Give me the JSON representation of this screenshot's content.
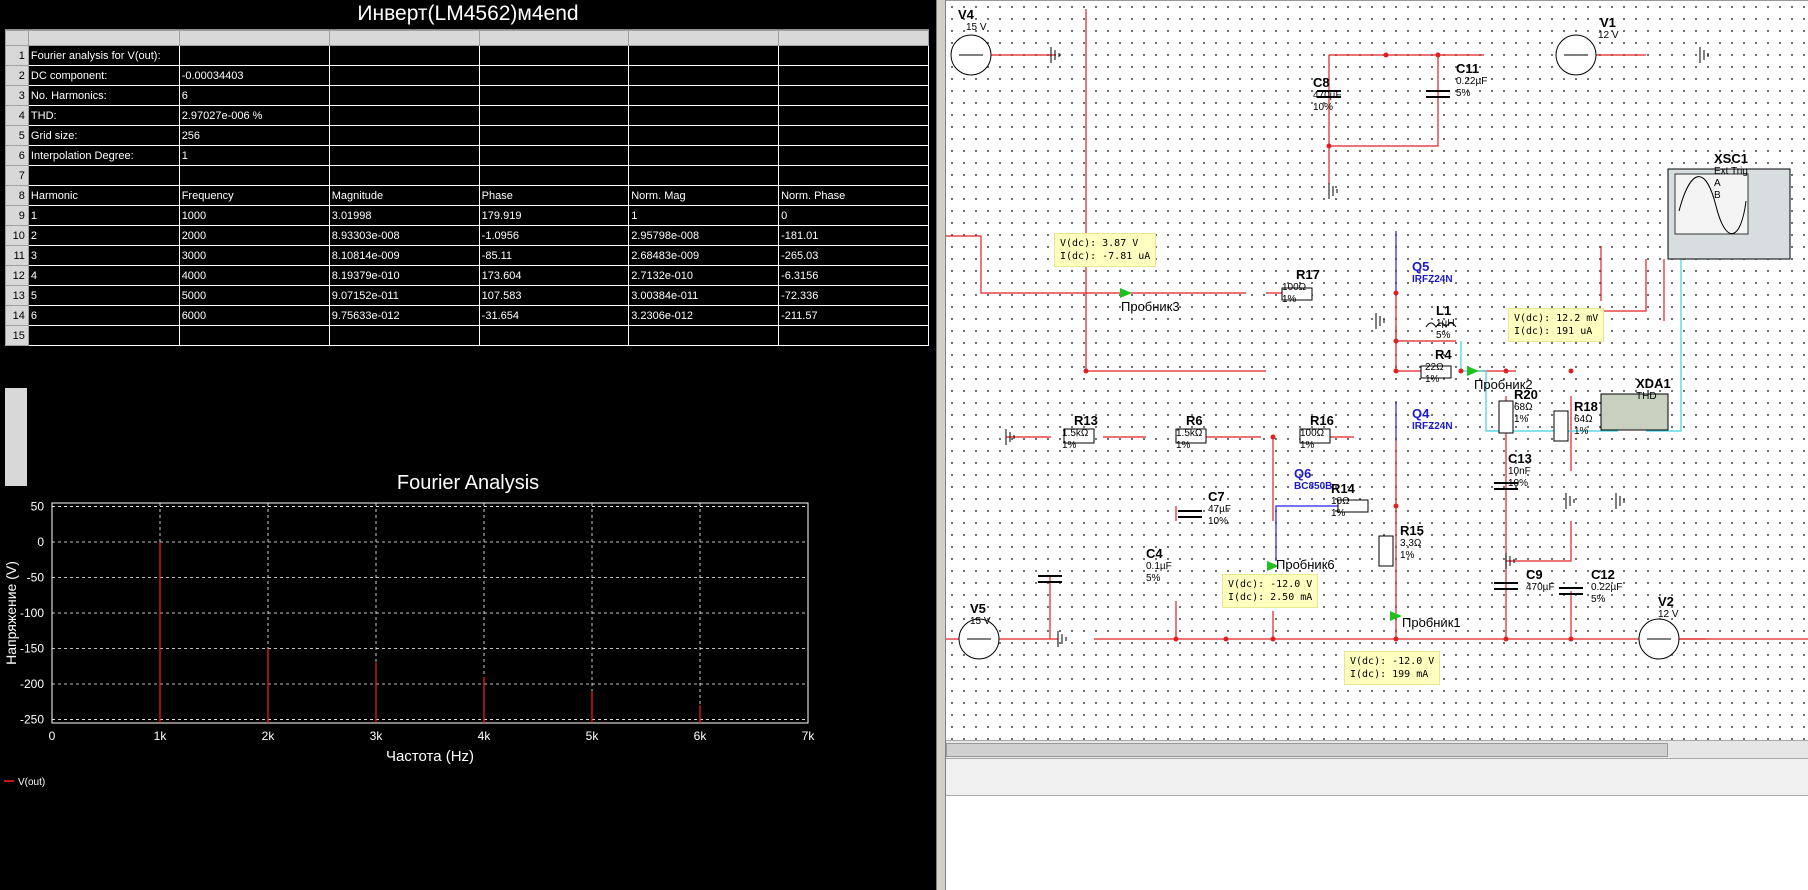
{
  "doc_title": "Инверт(LM4562)м4end",
  "table_rows": [
    {
      "n": "1",
      "cells": [
        "Fourier analysis for V(out):",
        "",
        "",
        "",
        "",
        ""
      ]
    },
    {
      "n": "2",
      "cells": [
        "DC component:",
        "-0.00034403",
        "",
        "",
        "",
        ""
      ]
    },
    {
      "n": "3",
      "cells": [
        "No. Harmonics:",
        "6",
        "",
        "",
        "",
        ""
      ]
    },
    {
      "n": "4",
      "cells": [
        "THD:",
        "2.97027e-006 %",
        "",
        "",
        "",
        ""
      ]
    },
    {
      "n": "5",
      "cells": [
        "Grid size:",
        "256",
        "",
        "",
        "",
        ""
      ]
    },
    {
      "n": "6",
      "cells": [
        "Interpolation Degree:",
        "1",
        "",
        "",
        "",
        ""
      ]
    },
    {
      "n": "7",
      "cells": [
        "",
        "",
        "",
        "",
        "",
        ""
      ]
    },
    {
      "n": "8",
      "cells": [
        "Harmonic",
        "Frequency",
        "Magnitude",
        "Phase",
        "Norm. Mag",
        "Norm. Phase"
      ]
    },
    {
      "n": "9",
      "cells": [
        "1",
        "1000",
        "3.01998",
        "179.919",
        "1",
        "0"
      ]
    },
    {
      "n": "10",
      "cells": [
        "2",
        "2000",
        "8.93303e-008",
        "-1.0956",
        "2.95798e-008",
        "-181.01"
      ]
    },
    {
      "n": "11",
      "cells": [
        "3",
        "3000",
        "8.10814e-009",
        "-85.11",
        "2.68483e-009",
        "-265.03"
      ]
    },
    {
      "n": "12",
      "cells": [
        "4",
        "4000",
        "8.19379e-010",
        "173.604",
        "2.7132e-010",
        "-6.3156"
      ]
    },
    {
      "n": "13",
      "cells": [
        "5",
        "5000",
        "9.07152e-011",
        "107.583",
        "3.00384e-011",
        "-72.336"
      ]
    },
    {
      "n": "14",
      "cells": [
        "6",
        "6000",
        "9.75633e-012",
        "-31.654",
        "3.2306e-012",
        "-211.57"
      ]
    },
    {
      "n": "15",
      "cells": [
        "",
        "",
        "",
        "",
        "",
        ""
      ]
    }
  ],
  "chart_data": {
    "type": "bar",
    "title": "Fourier Analysis",
    "xlabel": "Частота (Hz)",
    "ylabel": "Напряжение (V)",
    "xlim": [
      0,
      7000
    ],
    "ylim": [
      -255,
      55
    ],
    "x_ticks": [
      "0",
      "1k",
      "2k",
      "3k",
      "4k",
      "5k",
      "6k",
      "7k"
    ],
    "y_ticks": [
      "50",
      "0",
      "-50",
      "-100",
      "-150",
      "-200",
      "-250"
    ],
    "x_tick_values": [
      0,
      1000,
      2000,
      3000,
      4000,
      5000,
      6000,
      7000
    ],
    "y_tick_values": [
      50,
      0,
      -50,
      -100,
      -150,
      -200,
      -250
    ],
    "grid": true,
    "series": [
      {
        "name": "V(out)",
        "color": "#ff2020",
        "x": [
          1000,
          2000,
          3000,
          4000,
          5000,
          6000
        ],
        "values": [
          0,
          -150,
          -170,
          -190,
          -210,
          -230
        ]
      }
    ]
  },
  "schematic": {
    "components": [
      {
        "ref": "V4",
        "vals": [
          "15 V"
        ]
      },
      {
        "ref": "V1",
        "vals": [
          "12 V"
        ]
      },
      {
        "ref": "C8",
        "vals": [
          "470µF",
          "10%"
        ]
      },
      {
        "ref": "C11",
        "vals": [
          "0.22µF",
          "5%"
        ]
      },
      {
        "ref": "XSC1",
        "vals": [
          "Ext Trig",
          "A",
          "B"
        ]
      },
      {
        "ref": "R17",
        "vals": [
          "100Ω",
          "1%"
        ]
      },
      {
        "ref": "Q5",
        "vals": [
          "IRFZ24N"
        ]
      },
      {
        "ref": "L1",
        "vals": [
          "1µH",
          "5%"
        ]
      },
      {
        "ref": "R4",
        "vals": [
          "22Ω",
          "1%"
        ]
      },
      {
        "ref": "XDA1",
        "vals": [
          "THD"
        ]
      },
      {
        "ref": "R13",
        "vals": [
          "1.5kΩ",
          "1%"
        ]
      },
      {
        "ref": "R6",
        "vals": [
          "1.5kΩ",
          "1%"
        ]
      },
      {
        "ref": "R16",
        "vals": [
          "100Ω",
          "1%"
        ]
      },
      {
        "ref": "Q4",
        "vals": [
          "IRFZ24N"
        ]
      },
      {
        "ref": "R20",
        "vals": [
          "68Ω",
          "1%"
        ]
      },
      {
        "ref": "R18",
        "vals": [
          "64Ω",
          "1%"
        ]
      },
      {
        "ref": "Q6",
        "vals": [
          "BC850B"
        ]
      },
      {
        "ref": "C7",
        "vals": [
          "47µF",
          "10%"
        ]
      },
      {
        "ref": "R14",
        "vals": [
          "10Ω",
          "1%"
        ]
      },
      {
        "ref": "C13",
        "vals": [
          "10nF",
          "10%"
        ]
      },
      {
        "ref": "C4",
        "vals": [
          "0.1µF",
          "5%"
        ]
      },
      {
        "ref": "R15",
        "vals": [
          "3.3Ω",
          "1%"
        ]
      },
      {
        "ref": "C9",
        "vals": [
          "470µF"
        ]
      },
      {
        "ref": "C12",
        "vals": [
          "0.22µF",
          "5%"
        ]
      },
      {
        "ref": "V5",
        "vals": [
          "15 V"
        ]
      },
      {
        "ref": "V2",
        "vals": [
          "12 V"
        ]
      }
    ],
    "probes": [
      "Пробник3",
      "Пробник2",
      "Пробник6",
      "Пробник1"
    ],
    "tips": [
      {
        "line1": "V(dc): 3.87 V",
        "line2": "I(dc): -7.81 uA"
      },
      {
        "line1": "V(dc): 12.2 mV",
        "line2": "I(dc): 191 uA"
      },
      {
        "line1": "V(dc): -12.0 V",
        "line2": "I(dc): 2.50 mA"
      },
      {
        "line1": "V(dc): -12.0 V",
        "line2": "I(dc): 199 mA"
      }
    ]
  }
}
